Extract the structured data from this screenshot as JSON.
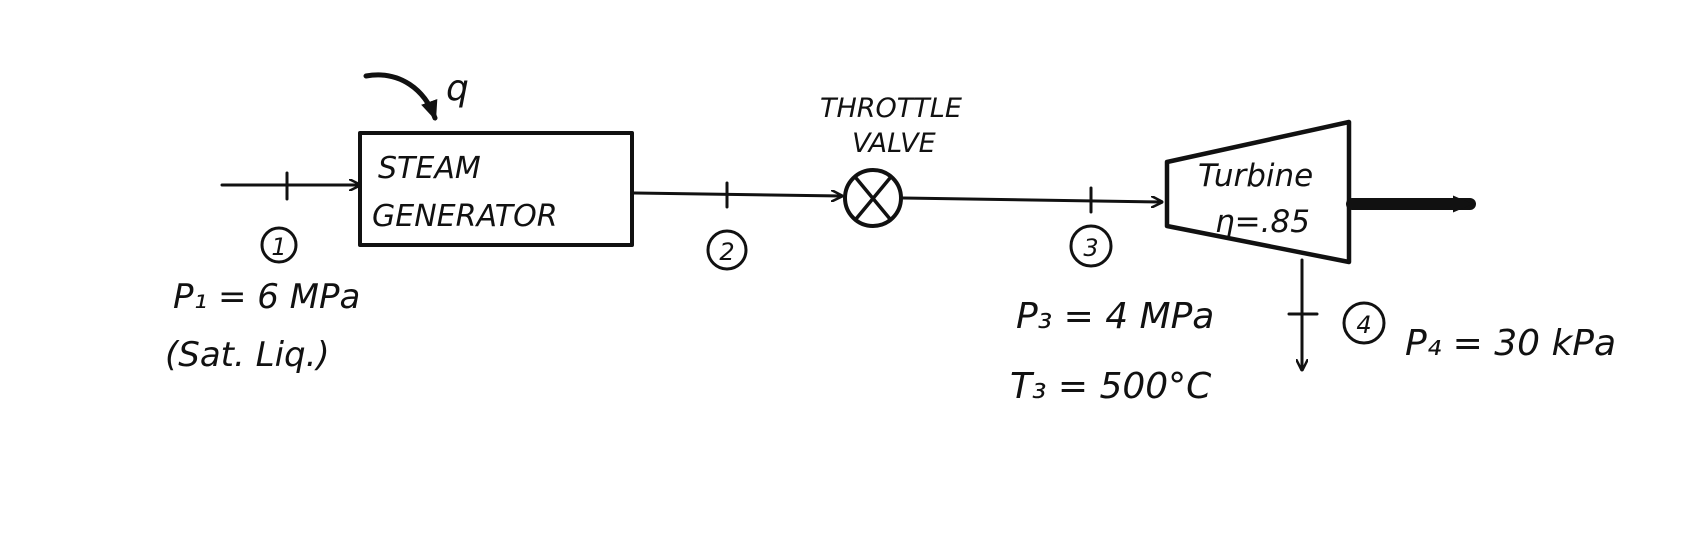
{
  "diagram": {
    "heat_input_label": "q",
    "steam_generator": {
      "line1": "STEAM",
      "line2": "GENERATOR"
    },
    "throttle": {
      "line1": "THROTTLE",
      "line2": "VALVE"
    },
    "turbine": {
      "name": "Turbine",
      "efficiency": "η=.85"
    },
    "states": [
      {
        "number": "1",
        "line1": "P₁ = 6 MPa",
        "line2": "(Sat. Liq.)"
      },
      {
        "number": "2"
      },
      {
        "number": "3",
        "line1": "P₃ = 4 MPa",
        "line2": "T₃ = 500°C"
      },
      {
        "number": "4",
        "line1": "P₄ = 30 kPa"
      }
    ]
  },
  "colors": {
    "ink": "#111111",
    "background": "#ffffff"
  }
}
